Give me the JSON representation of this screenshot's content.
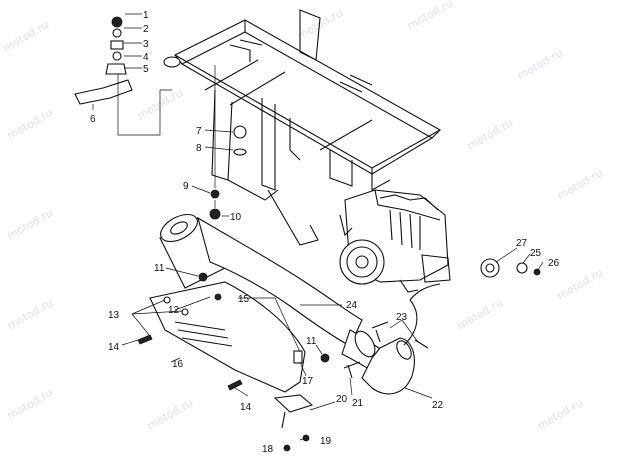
{
  "watermark": "motod.ru",
  "callouts": [
    "1",
    "2",
    "3",
    "4",
    "5",
    "6",
    "7",
    "8",
    "9",
    "10",
    "11",
    "12",
    "13",
    "14",
    "15",
    "16",
    "17",
    "18",
    "19",
    "20",
    "21",
    "22",
    "23",
    "24",
    "25",
    "26",
    "27",
    "11",
    "14"
  ]
}
